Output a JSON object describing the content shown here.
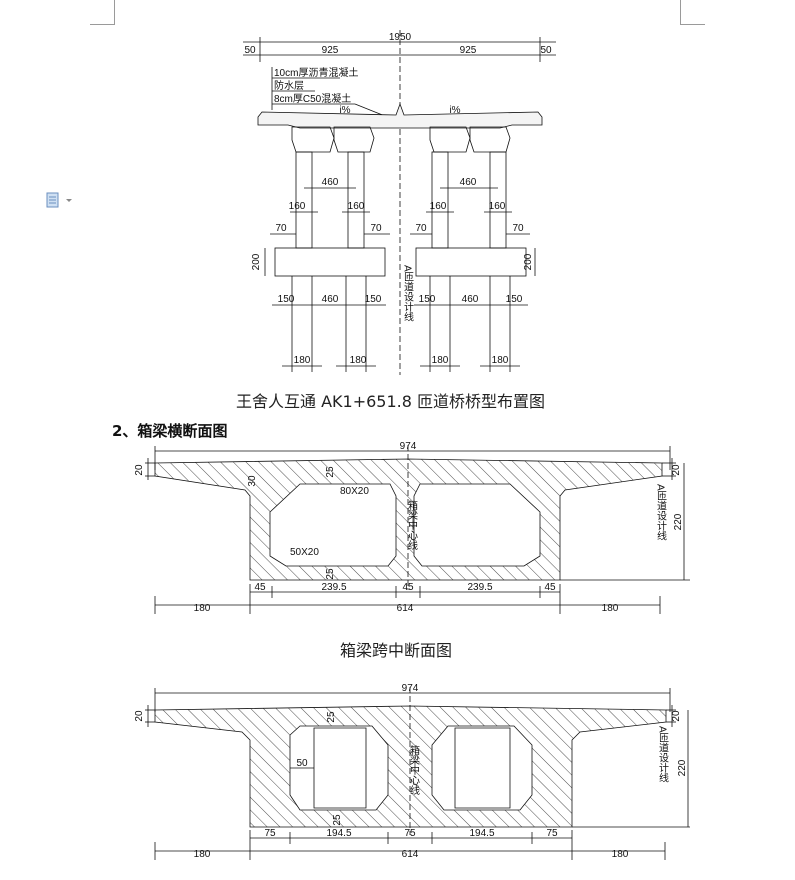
{
  "figure1": {
    "dims": {
      "total": "1950",
      "half_left": "925",
      "half_right": "925",
      "edge_left": "50",
      "edge_right": "50",
      "pier_spacing_left": "460",
      "pier_spacing_right": "460",
      "col_160_a": "160",
      "col_160_b": "160",
      "col_160_c": "160",
      "col_160_d": "160",
      "offset_70_a": "70",
      "offset_70_b": "70",
      "offset_70_c": "70",
      "offset_70_d": "70",
      "cap_height_left": "200",
      "cap_height_right": "200",
      "bottom_150_a": "150",
      "bottom_460_left": "460",
      "bottom_150_b": "150",
      "bottom_150_c": "150",
      "bottom_460_right": "460",
      "bottom_150_d": "150",
      "pile_180_a": "180",
      "pile_180_b": "180",
      "pile_180_c": "180",
      "pile_180_d": "180"
    },
    "labels": {
      "layer1": "10cm厚沥青混凝土",
      "layer2": "防水层",
      "layer3": "8cm厚C50混凝土",
      "slope_left": "i%",
      "slope_right": "i%",
      "centerline": "A匝道设计线"
    },
    "caption": "王舍人互通 AK1+651.8 匝道桥桥型布置图"
  },
  "section_heading": "2、箱梁横断面图",
  "figure2": {
    "dims": {
      "total": "974",
      "left_cant": "180",
      "web_span": "614",
      "right_cant": "180",
      "web_left": "45",
      "cell_left": "239.5",
      "web_mid": "45",
      "cell_right": "239.5",
      "web_right": "45",
      "height": "220",
      "edge_thk_left": "20",
      "edge_thk_right": "20",
      "top_slab": "25",
      "haunch_outer": "30",
      "bottom_slab": "25"
    },
    "labels": {
      "chamfer_top": "80X20",
      "chamfer_bottom": "50X20",
      "centerline_box": "箱梁中心线",
      "centerline_a": "A匝道设计线"
    },
    "caption": "箱梁跨中断面图"
  },
  "figure3": {
    "dims": {
      "total": "974",
      "left_cant": "180",
      "web_span": "614",
      "right_cant": "180",
      "web_left": "75",
      "cell_left": "194.5",
      "web_mid": "75",
      "cell_right": "194.5",
      "web_right": "75",
      "height": "220",
      "edge_thk_left": "20",
      "edge_thk_right": "20",
      "top_slab": "25",
      "bottom_slab": "25",
      "inner_web": "50"
    },
    "labels": {
      "centerline_box": "箱梁中心线",
      "centerline_a": "A匝道设计线"
    }
  },
  "colors": {
    "line": "#111111",
    "page": "#ffffff",
    "margin_mark": "#9a9a9a"
  }
}
